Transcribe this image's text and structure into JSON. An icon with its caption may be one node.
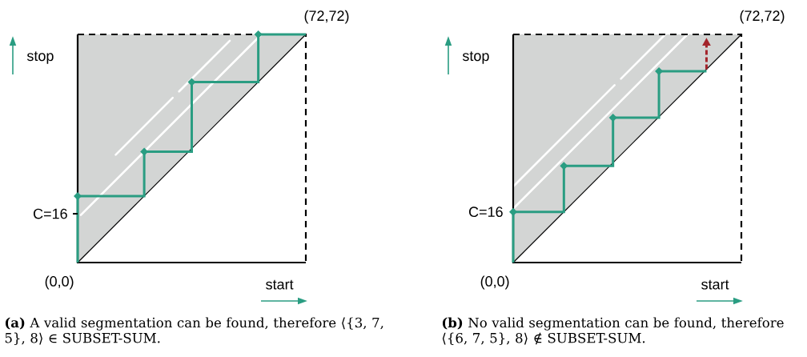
{
  "diagram": {
    "labels": [
      "(72,72)",
      "stop",
      "C=16",
      "(0,0)",
      "start",
      "(72,72)",
      "stop",
      "C=16",
      "(0,0)",
      "start",
      "**(a)** A valid segmentation can be found, therefore ⟨{3, 7, 5}, 8⟩ ∈ SUBSET-SUM.",
      "**(b)** No valid segmentation can be found, therefore ⟨{6, 7, 5}, 8⟩ ∉ SUBSET-SUM."
    ]
  }
}
